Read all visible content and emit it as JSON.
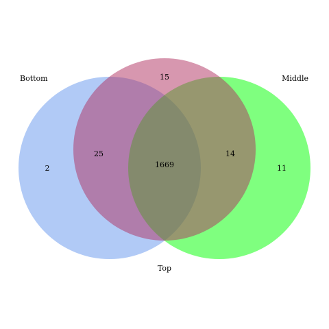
{
  "sets": [
    {
      "key": "bottom",
      "label": "Bottom",
      "color": "#6495ed"
    },
    {
      "key": "middle",
      "label": "Middle",
      "color": "#00ff00"
    },
    {
      "key": "top",
      "label": "Top",
      "color": "#b03060"
    }
  ],
  "regions": {
    "bottom_only": "2",
    "top_only": "15",
    "middle_only": "11",
    "bottom_top": "25",
    "top_middle": "14",
    "all_three": "1669"
  }
}
